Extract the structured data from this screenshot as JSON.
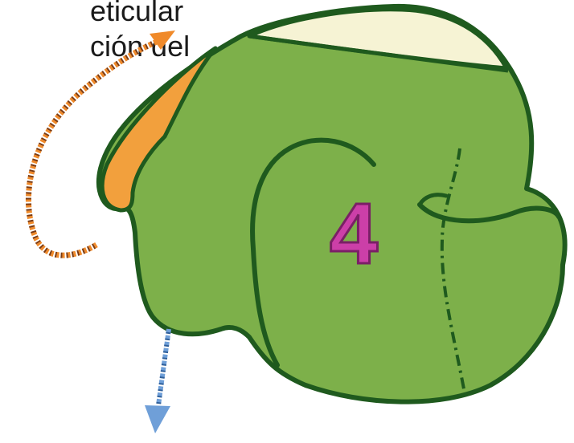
{
  "caption": {
    "line1": "eticular",
    "line2": "ción del"
  },
  "figure": {
    "stage_label": "4",
    "colors": {
      "body_fill": "#7db04a",
      "outline": "#1f5a1e",
      "cap_fill": "#f6f3d4",
      "orange_layer": "#f2a03d",
      "orange_arrow": "#f08a2a",
      "blue_arrow": "#6f9fd8",
      "stage_label_fill": "#cc3fa8",
      "stage_label_stroke": "#7a1f66"
    },
    "icons": [
      "curved-arrow-icon",
      "down-arrow-icon"
    ]
  }
}
